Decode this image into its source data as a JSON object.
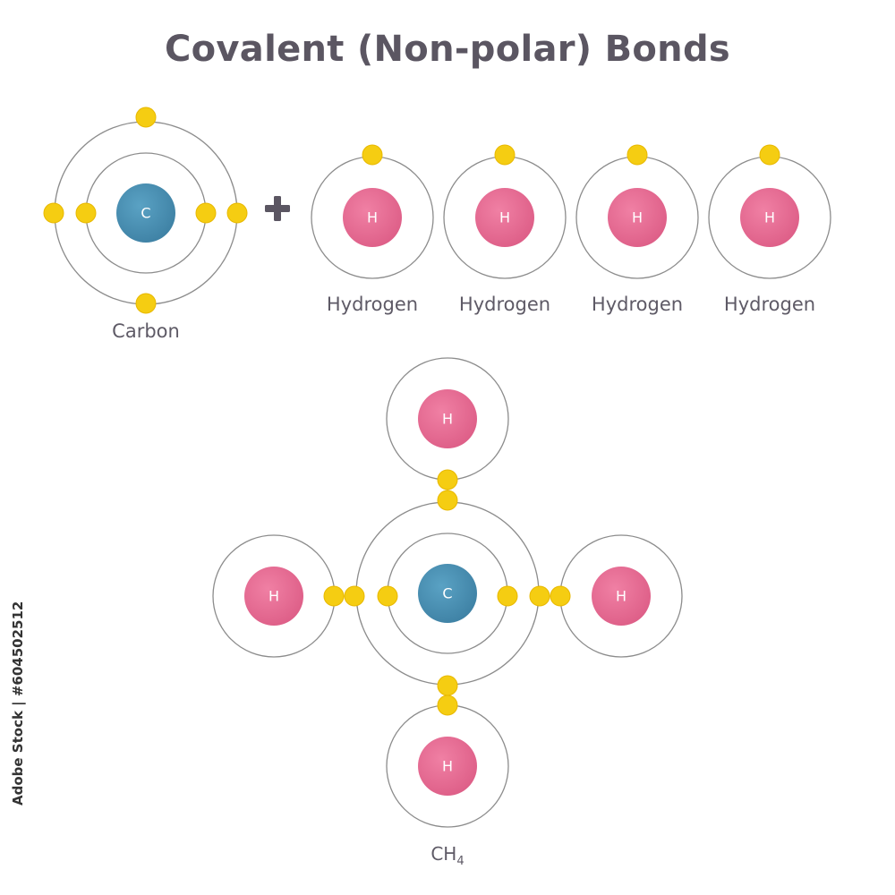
{
  "title": "Covalent (Non-polar) Bonds",
  "colors": {
    "carbon_nucleus": "#4a8fb1",
    "hydrogen_nucleus": "#e66b92",
    "electron": "#f5cd12",
    "orbit": "#8c8c8c",
    "text": "#5b5662"
  },
  "carbon": {
    "symbol": "C",
    "label": "Carbon"
  },
  "hydrogen": {
    "symbol": "H",
    "labels": [
      "Hydrogen",
      "Hydrogen",
      "Hydrogen",
      "Hydrogen"
    ]
  },
  "operator": "plus-icon",
  "product": {
    "formula_main": "CH",
    "formula_sub": "4"
  },
  "stock_id": "Adobe Stock | #604502512"
}
